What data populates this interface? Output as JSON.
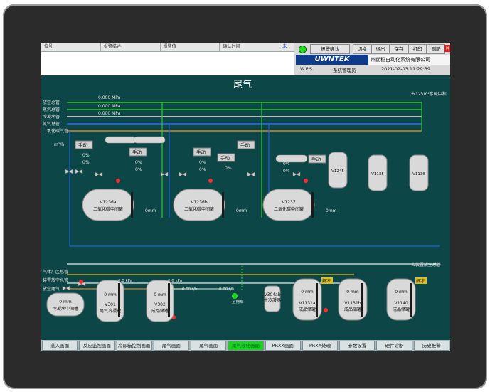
{
  "alarm_columns": [
    "位号",
    "报警描述",
    "报警值",
    "确认时间",
    "未"
  ],
  "buttons": {
    "alarm_confirm": "报警确认",
    "switch": "切换",
    "exit": "退出",
    "save": "保存",
    "print": "打印",
    "refresh": "刷新",
    "user": "W.P.S.",
    "admin": "系统管理员"
  },
  "logo": "UWNTEK",
  "company": "州优稳自动化系统有限公司",
  "datetime": "2021-02-03  11:29:39",
  "page_title": "尾气",
  "pipes": {
    "labels": [
      "放空总管",
      "蒸汽总管",
      "冷凝水管",
      "氮气总管",
      "二氧化碳气管"
    ],
    "readings": [
      "0.000 MPa",
      "0.000 MPa",
      "0.000 MPa"
    ],
    "right_top": "去125m²水碱中和",
    "mid_left": [
      "气体厂区总管",
      "装置放空总管",
      "放空尾气"
    ],
    "mid_right": "去装置放空总管"
  },
  "controls": {
    "manual": "手动",
    "zero_mm": "0mm",
    "zero_pct": "0%",
    "zero_mpa": "0 MPa",
    "kpa": "0.0 kPa",
    "flow": "m³/h",
    "rate": "0.00 t/h"
  },
  "tanks": {
    "t1": "V1236a",
    "t1_desc": "二氧化碳中间罐",
    "t2": "V1236b",
    "t3": "V1237",
    "s1": "V1245",
    "s2": "V1135",
    "s3": "V1136",
    "l1_desc": "冷凝水中间槽",
    "v301": "V301",
    "v301_desc": "尾气冷凝罐",
    "v302": "V302",
    "v302_desc": "成品储罐",
    "v304": "V304ab",
    "v304_desc": "主冷凝器",
    "v1131a": "V1131a",
    "v1131b": "V1131b",
    "v1140": "V1140",
    "product_desc": "成品储罐",
    "mm": "0 mm",
    "tag_dn": "解冻",
    "tag_pump": "至槽车"
  },
  "nav_tabs": [
    "蒸入画面",
    "反应监视画面",
    "冷却箱控制画面",
    "尾气画面",
    "尾气画面",
    "尾气液化画面",
    "PRXX画面",
    "PRXX处理",
    "参数设置",
    "硬件诊断",
    "历史报警"
  ],
  "nav_active_index": 5,
  "colors": {
    "screen_bg": "#0d4646",
    "pipe_green": "#2ecc2e",
    "pipe_blue": "#1f5fe0",
    "pipe_yellow": "#e0c020",
    "pipe_orange": "#e08020",
    "pipe_white": "#e8e8e8"
  }
}
